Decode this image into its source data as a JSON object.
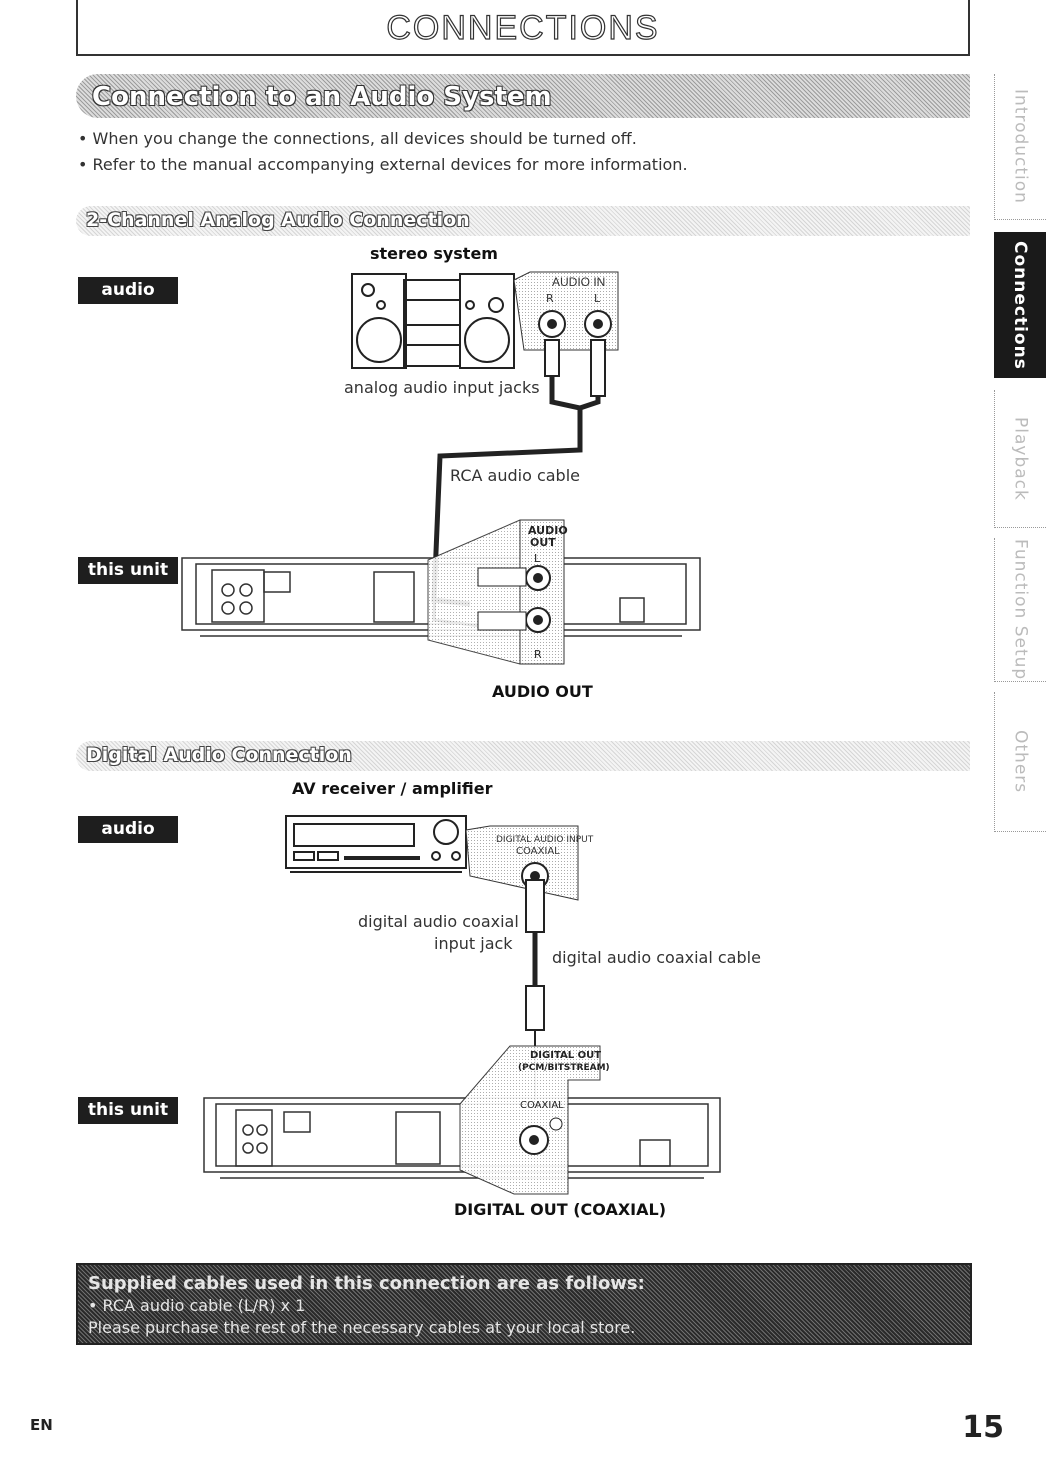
{
  "page": {
    "title": "CONNECTIONS",
    "section_title": "Connection to an Audio System",
    "notes": [
      "• When you change the connections, all devices should be turned off.",
      "• Refer to the manual accompanying external devices for more information."
    ],
    "language": "EN",
    "page_number": "15"
  },
  "side_tabs": [
    {
      "label": "Introduction",
      "active": false
    },
    {
      "label": "Connections",
      "active": true
    },
    {
      "label": "Playback",
      "active": false
    },
    {
      "label": "Function Setup",
      "active": false
    },
    {
      "label": "Others",
      "active": false
    }
  ],
  "analog": {
    "title": "2-Channel Analog Audio Connection",
    "device_label": "stereo system",
    "audio_tag": "audio",
    "unit_tag": "this unit",
    "audio_in": "AUDIO IN",
    "r": "R",
    "l": "L",
    "jacks_label": "analog audio input jacks",
    "cable_label": "RCA audio cable",
    "out_panel": [
      "AUDIO",
      "OUT"
    ],
    "out_l": "L",
    "out_r": "R",
    "out_caption": "AUDIO OUT"
  },
  "digital": {
    "title": "Digital Audio Connection",
    "device_label": "AV receiver / amplifier",
    "audio_tag": "audio",
    "unit_tag": "this unit",
    "input_panel": [
      "DIGITAL AUDIO INPUT",
      "COAXIAL"
    ],
    "jack_label": [
      "digital audio coaxial",
      "input jack"
    ],
    "cable_label": "digital audio coaxial cable",
    "out_panel": [
      "DIGITAL OUT",
      "(PCM/BITSTREAM)"
    ],
    "coaxial": "COAXIAL",
    "out_caption": "DIGITAL OUT (COAXIAL)"
  },
  "supplied": {
    "heading": "Supplied cables used in this connection are as follows:",
    "item": "• RCA audio cable (L/R) x 1",
    "note": "Please purchase the rest of the necessary cables at your local store."
  }
}
